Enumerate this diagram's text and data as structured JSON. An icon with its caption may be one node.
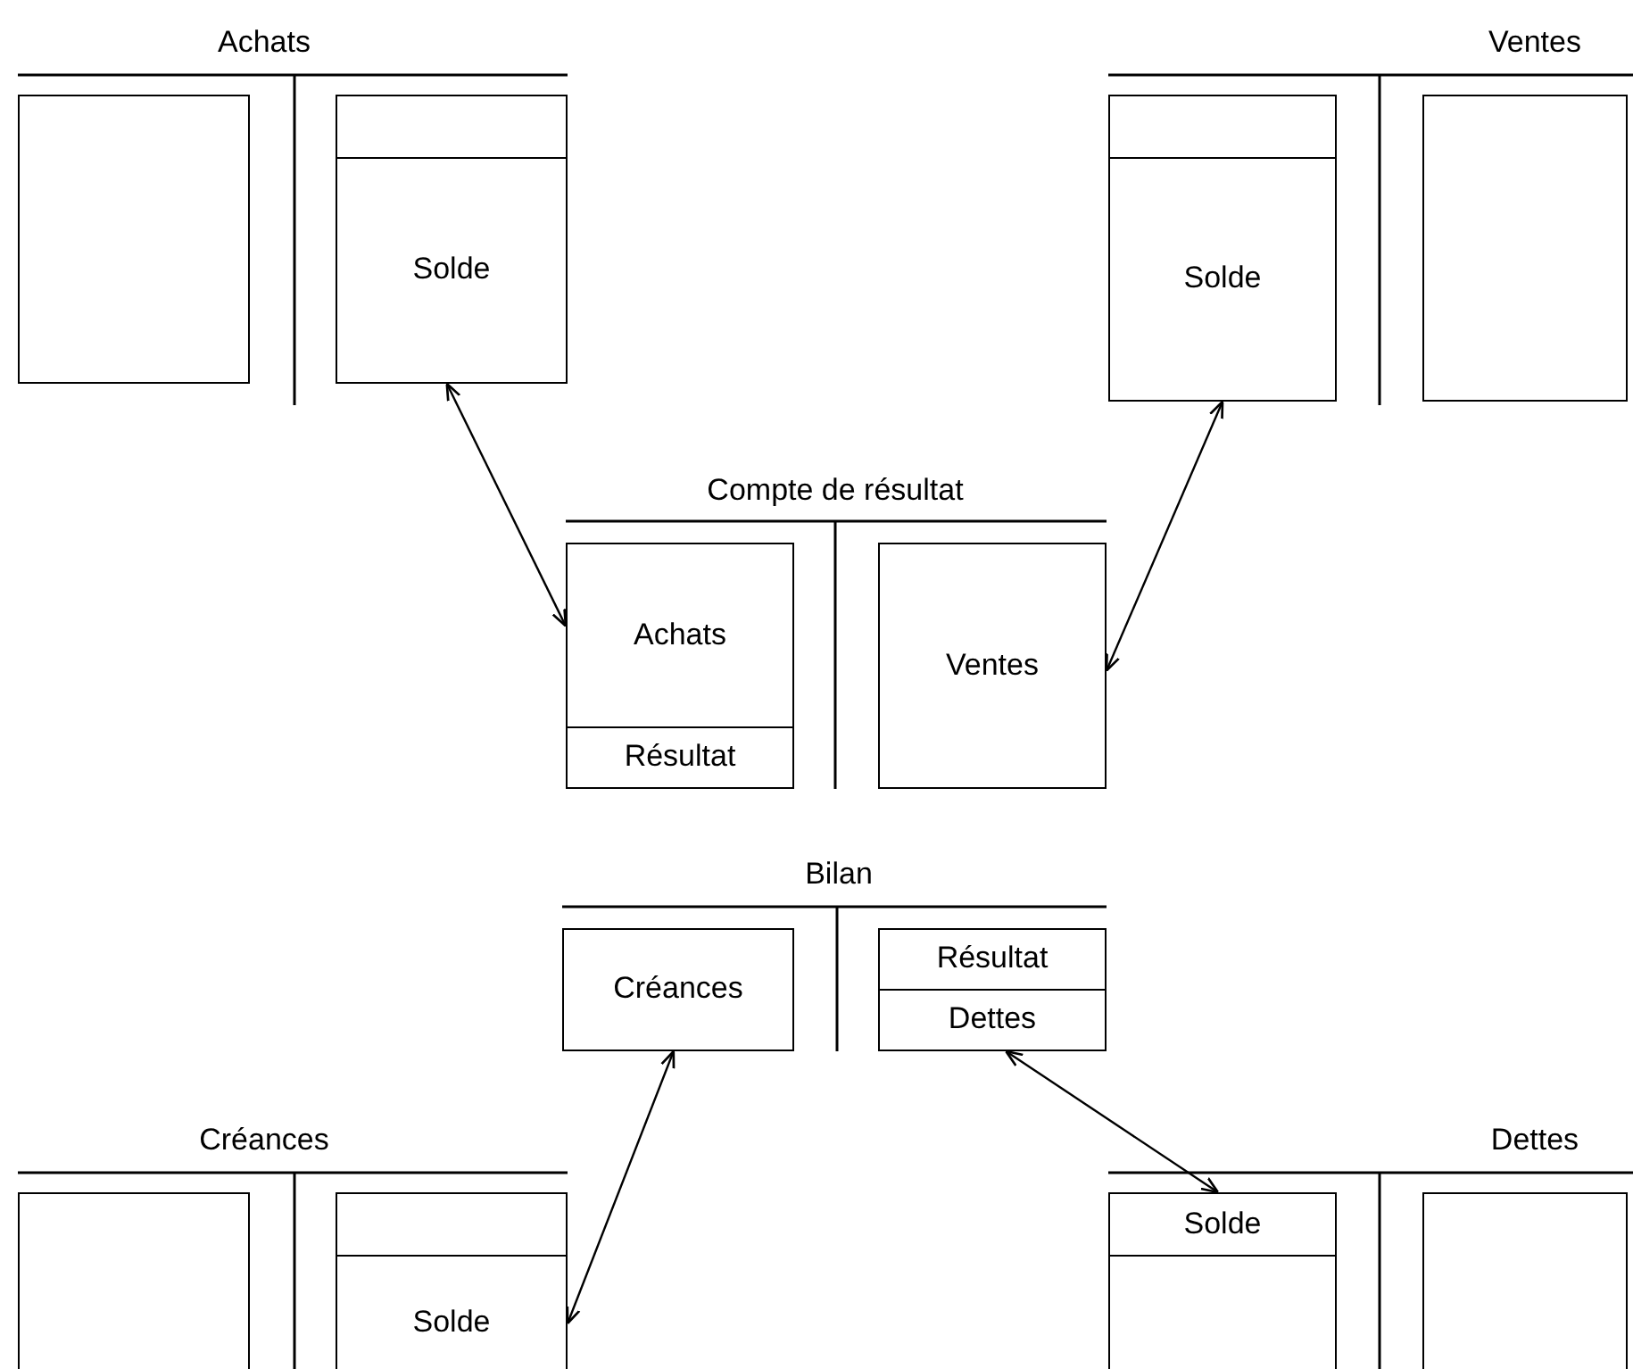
{
  "diagram": {
    "nodes": [
      {
        "text": [],
        "shape": "box"
      },
      {
        "text": [],
        "shape": "box"
      },
      {
        "text": [
          "Solde"
        ]
      },
      {
        "text": [],
        "shape": "box"
      },
      {
        "text": [
          "Solde"
        ]
      },
      {
        "text": [],
        "shape": "box"
      },
      {
        "text": [
          "Achats"
        ]
      },
      {
        "text": [
          "Résultat"
        ]
      },
      {
        "text": [
          "Ventes"
        ]
      },
      {
        "text": [
          "Créances"
        ]
      },
      {
        "text": [
          "Résultat"
        ]
      },
      {
        "text": [
          "Dettes"
        ]
      },
      {
        "text": [],
        "shape": "box"
      },
      {
        "text": [],
        "shape": "box"
      },
      {
        "text": [
          "Solde"
        ]
      },
      {
        "text": [
          "Solde"
        ]
      },
      {
        "text": [],
        "shape": "box"
      },
      {
        "text": [],
        "shape": "box"
      }
    ],
    "edges": [
      {
        "from": 2,
        "to": 6,
        "arrow": "both"
      },
      {
        "from": 4,
        "to": 8,
        "arrow": "both"
      },
      {
        "from": 14,
        "to": 9,
        "arrow": "both"
      },
      {
        "from": 11,
        "to": 15,
        "arrow": "both"
      }
    ],
    "labels": [
      "Achats",
      "Ventes",
      "Compte de résultat",
      "Bilan",
      "Créances",
      "Dettes"
    ]
  }
}
